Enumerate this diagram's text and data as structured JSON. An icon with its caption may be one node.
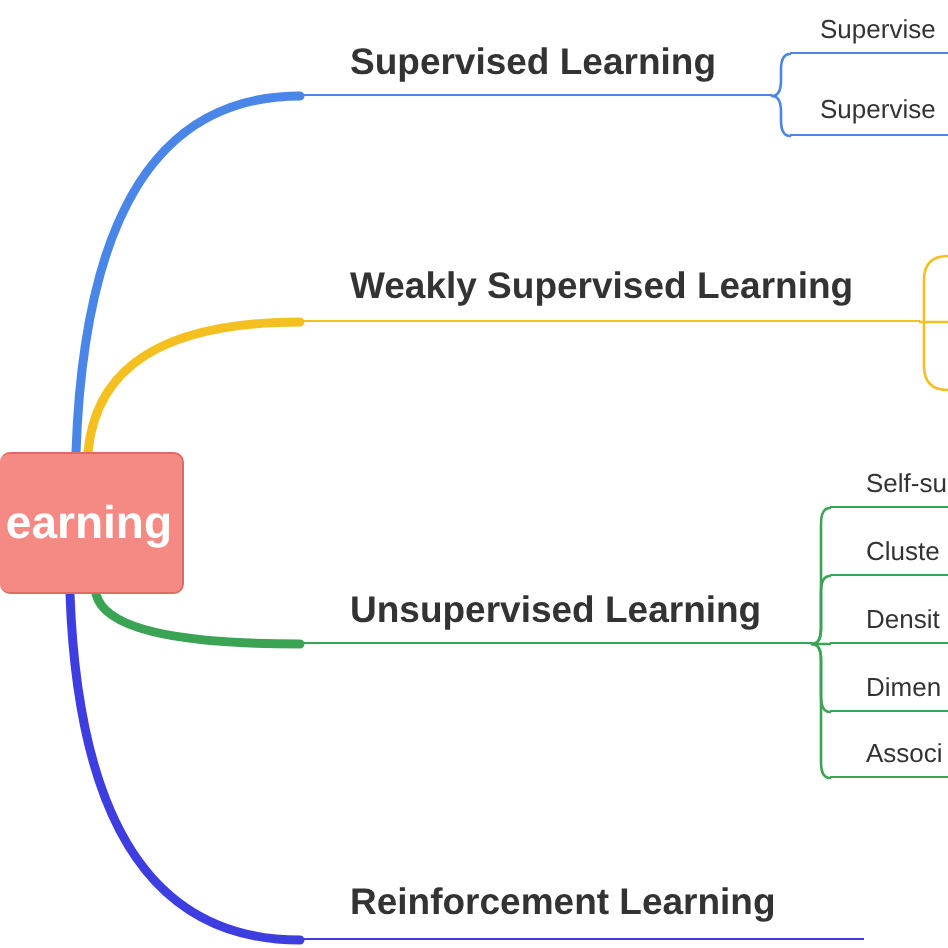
{
  "diagram": {
    "nodes": [
      {
        "text": [
          "earning"
        ]
      },
      {
        "text": [
          "Supervised Learning"
        ]
      },
      {
        "text": [
          "Supervise"
        ]
      },
      {
        "text": [
          "Supervise"
        ]
      },
      {
        "text": [
          "Weakly Supervised Learning"
        ]
      },
      {
        "text": [
          "Unsupervised Learning"
        ]
      },
      {
        "text": [
          "Self-su"
        ]
      },
      {
        "text": [
          "Cluste"
        ]
      },
      {
        "text": [
          "Densit"
        ]
      },
      {
        "text": [
          "Dimen"
        ]
      },
      {
        "text": [
          "Associ"
        ]
      },
      {
        "text": [
          "Reinforcement Learning"
        ]
      }
    ],
    "edges": [
      {
        "from": 0,
        "to": 1,
        "arrow": "none",
        "style": "thick",
        "color": "#4a86e8"
      },
      {
        "from": 1,
        "to": 2,
        "arrow": "none",
        "color": "#4a86e8"
      },
      {
        "from": 1,
        "to": 3,
        "arrow": "none",
        "color": "#4a86e8"
      },
      {
        "from": 0,
        "to": 4,
        "arrow": "none",
        "style": "thick",
        "color": "#f4c020"
      },
      {
        "from": 4,
        "to": null,
        "arrow": "none",
        "color": "#f4c020"
      },
      {
        "from": 0,
        "to": 5,
        "arrow": "none",
        "style": "thick",
        "color": "#3ba354"
      },
      {
        "from": 5,
        "to": 6,
        "arrow": "none"
      },
      {
        "from": 5,
        "to": 7,
        "arrow": "none"
      },
      {
        "from": 5,
        "to": 8,
        "arrow": "none"
      },
      {
        "from": 5,
        "to": 9,
        "arrow": "none"
      },
      {
        "from": 5,
        "to": 10,
        "arrow": "none"
      },
      {
        "from": 0,
        "to": 11,
        "arrow": "none",
        "style": "thick",
        "color": "#3d3de0"
      }
    ]
  }
}
